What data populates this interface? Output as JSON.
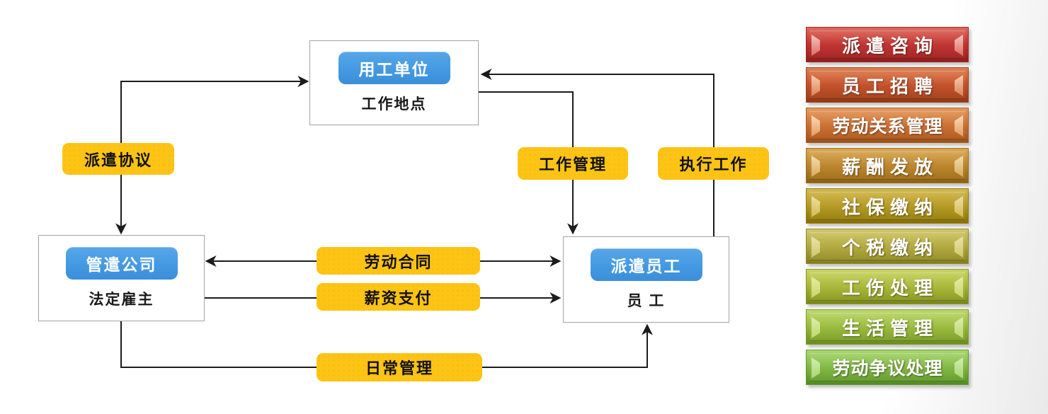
{
  "diagram": {
    "nodes": {
      "employer": {
        "title": "用工单位",
        "subtitle": "工作地点"
      },
      "agency": {
        "title": "管遣公司",
        "subtitle": "法定雇主"
      },
      "worker": {
        "title": "派遣员工",
        "subtitle": "员 工"
      }
    },
    "edges": {
      "dispatch_agreement": "派遣协议",
      "work_management": "工作管理",
      "execute_work": "执行工作",
      "labor_contract": "劳动合同",
      "salary_payment": "薪资支付",
      "daily_management": "日常管理"
    },
    "colors": {
      "node_pill": "#449ae2",
      "edge_label": "#fdc415",
      "line": "#1c1c1c",
      "box_border": "#a3a3a3"
    }
  },
  "sidebar": {
    "items": [
      {
        "label": "派遣咨询",
        "base": "#c03431",
        "light": "#dd6a60",
        "dark": "#8e1f1d",
        "edge": "#a62825",
        "xlight": "#f3c8c0"
      },
      {
        "label": "员工招聘",
        "base": "#c4522c",
        "light": "#de8055",
        "dark": "#913a17",
        "edge": "#a2431f",
        "xlight": "#f4cfb4"
      },
      {
        "label": "劳动关系管理",
        "base": "#cd7034",
        "light": "#e39a60",
        "dark": "#9a5118",
        "edge": "#ab5d24",
        "xlight": "#f6dcba"
      },
      {
        "label": "薪酬发放",
        "base": "#bd862d",
        "light": "#d8a958",
        "dark": "#8c6212",
        "edge": "#9d6f1c",
        "xlight": "#f0dfb2"
      },
      {
        "label": "社保缴纳",
        "base": "#b59a26",
        "light": "#d2b951",
        "dark": "#857005",
        "edge": "#967e12",
        "xlight": "#ece0a8"
      },
      {
        "label": "个税缴纳",
        "base": "#b3aa40",
        "light": "#cfc76b",
        "dark": "#837c1f",
        "edge": "#948c2b",
        "xlight": "#eae4ae"
      },
      {
        "label": "工伤处理",
        "base": "#a9b739",
        "light": "#c8d466",
        "dark": "#78861a",
        "edge": "#8a9726",
        "xlight": "#e5ecab"
      },
      {
        "label": "生活管理",
        "base": "#9abb3e",
        "light": "#bcd76c",
        "dark": "#6b8d1e",
        "edge": "#7c9e2a",
        "xlight": "#ddedb0"
      },
      {
        "label": "劳动争议处理",
        "base": "#82b845",
        "light": "#a8d671",
        "dark": "#548a22",
        "edge": "#66992e",
        "xlight": "#d3ecb4"
      }
    ]
  }
}
